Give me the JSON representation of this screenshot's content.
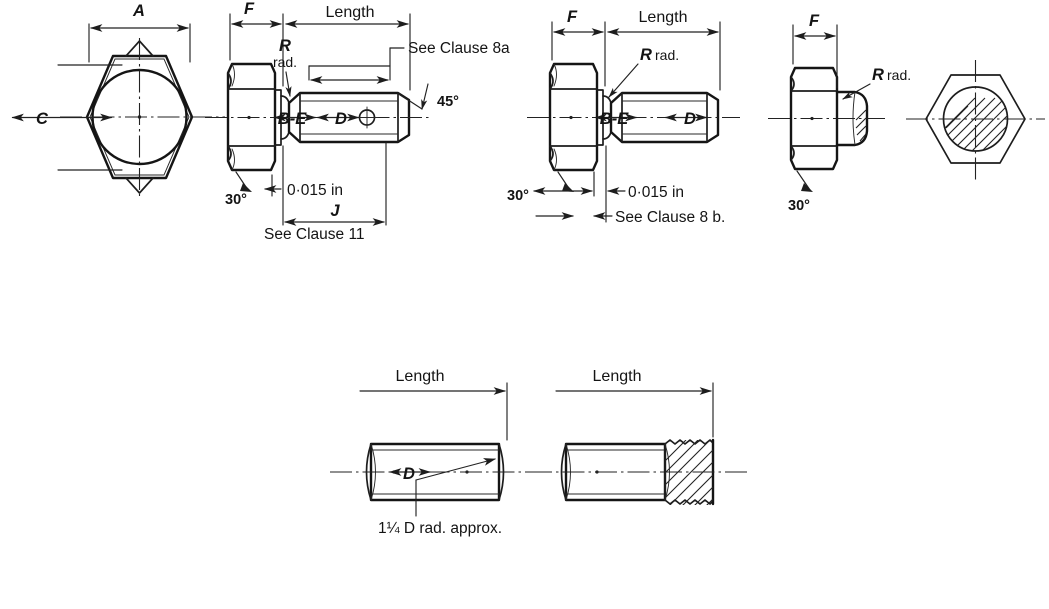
{
  "drawing": {
    "title": "Hexagon head bolts and screws — dimensional details",
    "background": "#ffffff",
    "ink": "#1a1a1a",
    "figures": [
      {
        "id": "fig-hex-head-end-view",
        "name": "hexagon-head-end-view",
        "labels": {
          "across_flats": "A",
          "across_corners": "C"
        }
      },
      {
        "id": "fig-bolt-chamfered-8a",
        "name": "bolt-with-chamfered-point",
        "labels": {
          "head_thickness": "F",
          "length": "Length",
          "radius": "R",
          "radius_unit": "rad.",
          "shank_dims": "B-E",
          "thread_dia": "D",
          "chamfer_angle": "45°",
          "head_angle": "30°",
          "runout": "0·015 in",
          "thread_length": "J",
          "clause_note_top": "See Clause 8a",
          "clause_note_bottom": "See Clause  11"
        }
      },
      {
        "id": "fig-bolt-plain-8b",
        "name": "bolt-with-plain-point",
        "labels": {
          "head_thickness": "F",
          "length": "Length",
          "radius": "R",
          "radius_unit": "rad.",
          "shank_dims": "B-E",
          "thread_dia": "D",
          "head_angle": "30°",
          "runout": "0·015 in",
          "clause_note_bottom": "See Clause  8 b."
        }
      },
      {
        "id": "fig-nut-side-view",
        "name": "head-side-view-with-radius",
        "labels": {
          "head_thickness": "F",
          "radius": "R",
          "radius_unit": "rad.",
          "head_angle": "30°"
        }
      },
      {
        "id": "fig-hex-section",
        "name": "hexagon-section-hatched",
        "labels": {}
      },
      {
        "id": "fig-shank-rounded-end",
        "name": "shank-with-rounded-end",
        "labels": {
          "length": "Length",
          "diameter": "D",
          "radius_note": "1¼ D rad. approx."
        }
      },
      {
        "id": "fig-shank-threaded-end",
        "name": "shank-with-threaded-end",
        "labels": {
          "length": "Length"
        }
      }
    ]
  }
}
